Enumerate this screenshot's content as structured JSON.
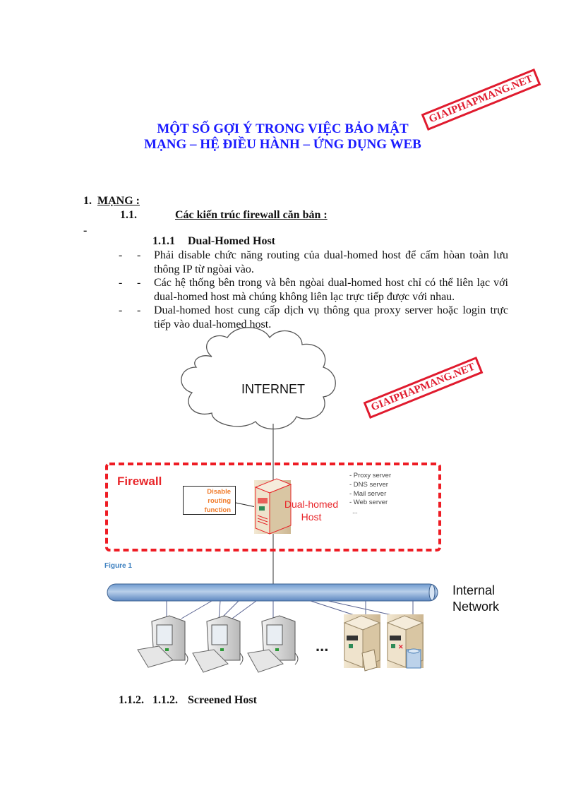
{
  "document": {
    "title_lines": [
      "MỘT SỐ GỢI Ý TRONG VIỆC BẢO MẬT",
      "MẠNG – HỆ ĐIỀU HÀNH – ỨNG DỤNG WEB"
    ],
    "watermark": "GIAIPHAPMANG.NET",
    "accent_colors": {
      "title": "#1a1aff",
      "stamp": "#e01b2e",
      "firewall": "#e8262a",
      "caption": "#3c7fbf"
    },
    "section_1": {
      "number": "1.",
      "label": "MẠNG :"
    },
    "section_1_1": {
      "number": "1.1.",
      "label": "Các kiến trúc firewall căn bản :"
    },
    "stray_dash": "-",
    "section_1_1_1": {
      "number": "1.1.1",
      "label": "Dual-Homed Host"
    },
    "bullets": [
      {
        "dash1": "-",
        "dash2": "-",
        "text": "Phải disable chức năng routing của dual-homed host để cấm hòan toàn lưu thông IP từ ngòai vào."
      },
      {
        "dash1": "-",
        "dash2": "-",
        "text": "Các hệ thống bên trong và bên ngòai dual-homed host chỉ có thể liên lạc với dual-homed host mà chúng không liên lạc trực tiếp được với nhau."
      },
      {
        "dash1": "-",
        "dash2": "-",
        "text": "Dual-homed host cung cấp dịch vụ thông qua proxy server hoặc login trực tiếp vào dual-homed host."
      }
    ],
    "section_1_1_2": {
      "number1": "1.1.2.",
      "number2": "1.1.2.",
      "label": "Screened Host"
    }
  },
  "diagram": {
    "internet_label": "INTERNET",
    "firewall_label": "Firewall",
    "disable_box": [
      "Disable",
      "routing",
      "function"
    ],
    "dual_homed_label": [
      "Dual-homed",
      "Host"
    ],
    "services": [
      "- Proxy server",
      "- DNS server",
      "- Mail server",
      "- Web server",
      "..."
    ],
    "figure_caption": "Figure 1",
    "internal_network_label": [
      "Internal",
      "Network"
    ],
    "ellipsis": "...",
    "workstations": 3,
    "servers": 2
  }
}
